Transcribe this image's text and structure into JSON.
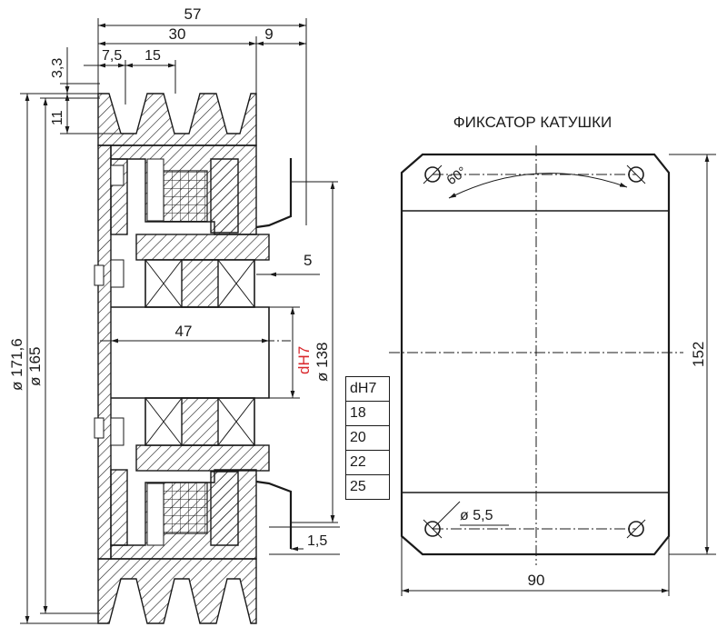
{
  "drawing": {
    "title": "ФИКСАТОР КАТУШКИ",
    "pulley": {
      "dim_total_width": "57",
      "dim_hub_width": "30",
      "dim_flange_offset": "9",
      "dim_groove_offset": "7,5",
      "dim_groove_pitch": "15",
      "dim_groove_top": "3,3",
      "dim_groove_depth": "11",
      "dim_outer_diameter": "ø 171,6",
      "dim_pitch_diameter": "ø 165",
      "dim_bore_length": "47",
      "dim_bearing_gap": "5",
      "dim_bore_label": "dH7",
      "dim_flange_diameter": "ø 138",
      "dim_plate_thickness": "1,5"
    },
    "bore_table": {
      "header": "dH7",
      "values": [
        "18",
        "20",
        "22",
        "25"
      ]
    },
    "fixator": {
      "dim_height": "152",
      "dim_width": "90",
      "dim_hole": "ø 5,5",
      "dim_angle": "60°"
    },
    "accent_color": "#d9262b"
  }
}
